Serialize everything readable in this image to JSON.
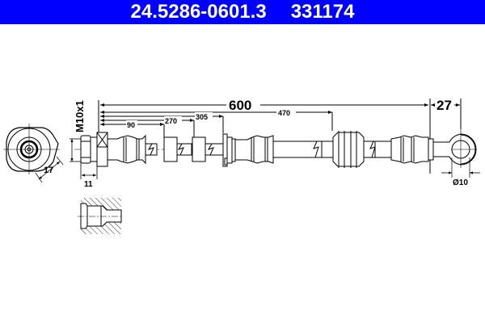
{
  "header": {
    "part_number": "24.5286-0601.3",
    "ref_number": "331174",
    "background_color": "#0000ff",
    "text_color": "#ffffff"
  },
  "drawing": {
    "dimensions": {
      "total_length": "600",
      "eye_offset": "27",
      "pos_470": "470",
      "pos_305": "305",
      "pos_270": "270",
      "pos_90": "90",
      "thread": "M10x1",
      "hex_width": "17",
      "fitting_length": "11",
      "eye_diameter": "Ø10"
    },
    "views": [
      "end-view-hex-fitting",
      "side-view-brake-hose",
      "section-view-port"
    ]
  }
}
